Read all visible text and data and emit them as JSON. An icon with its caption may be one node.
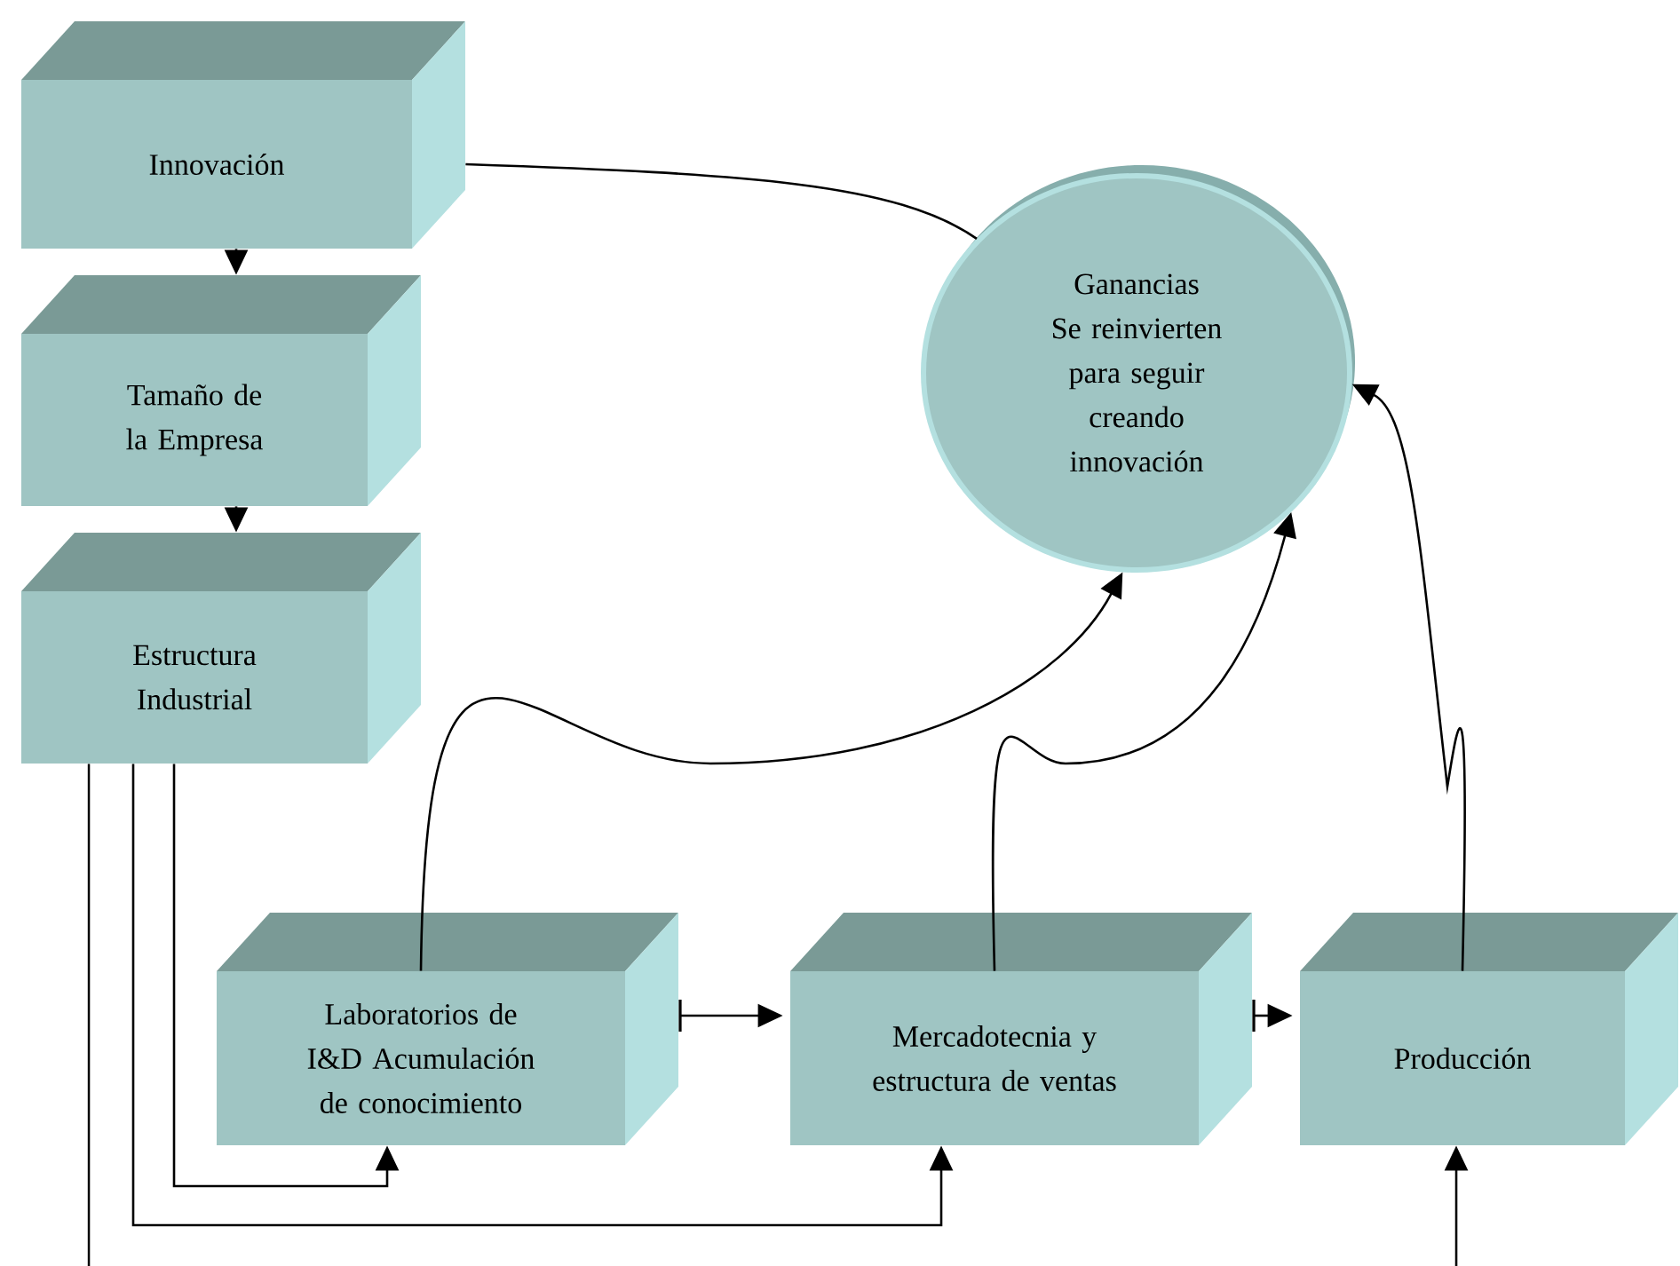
{
  "diagram": {
    "nodes": [
      {
        "text": [
          "Innovación"
        ]
      },
      {
        "text": [
          "Tamaño de la Empresa"
        ]
      },
      {
        "text": [
          "Estructura Industrial"
        ]
      },
      {
        "text": [
          "Ganancias",
          "Se reinvierten para seguir creando innovación"
        ]
      },
      {
        "text": [
          "Laboratorios de I&D Acumulación de conocimiento"
        ]
      },
      {
        "text": [
          "Mercadotecnia y estructura de ventas"
        ]
      },
      {
        "text": [
          "Producción"
        ]
      }
    ],
    "edges": [
      {
        "from": 0,
        "to": 1,
        "arrow": "to"
      },
      {
        "from": 1,
        "to": 2,
        "arrow": "to"
      },
      {
        "from": 0,
        "to": 3,
        "arrow": "none"
      },
      {
        "from": 4,
        "to": 3,
        "arrow": "to"
      },
      {
        "from": 5,
        "to": 3,
        "arrow": "to"
      },
      {
        "from": 6,
        "to": 3,
        "arrow": "to"
      },
      {
        "from": 4,
        "to": 5,
        "arrow": "to"
      },
      {
        "from": 5,
        "to": 6,
        "arrow": "to"
      },
      {
        "from": 2,
        "to": 4,
        "arrow": "to"
      },
      {
        "from": 2,
        "to": 5,
        "arrow": "to"
      },
      {
        "from": 2,
        "to": null,
        "arrow": "none"
      },
      {
        "from": null,
        "to": 6,
        "arrow": "to"
      }
    ]
  }
}
